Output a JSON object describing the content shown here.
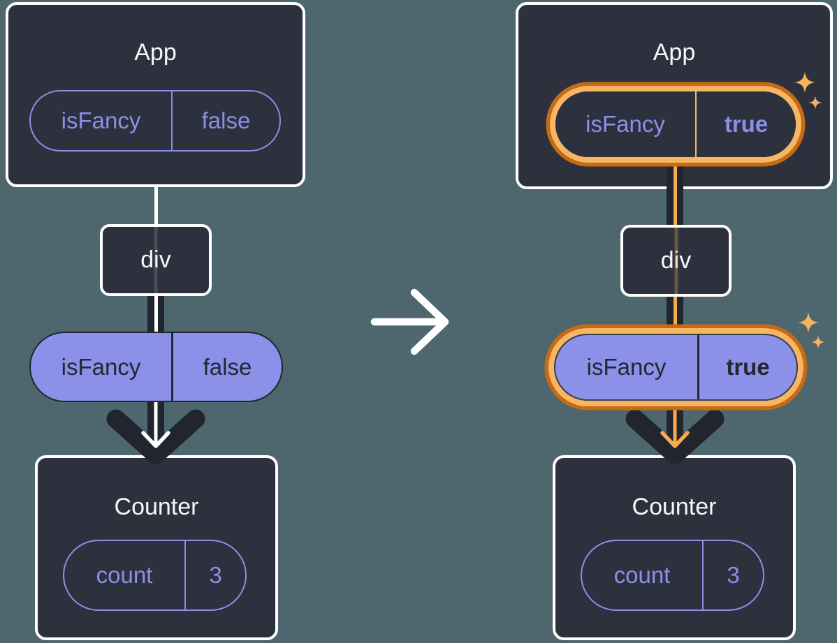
{
  "diagram": {
    "description_icons": {
      "transition": "right-arrow-icon",
      "highlight": "sparkle-icon"
    },
    "colors": {
      "background": "#4E666E",
      "card": "#2C313D",
      "white_border": "#FFFFFF",
      "purple": "#8B8FE8",
      "purple_fill": "#8B90E9",
      "dark": "#21252E",
      "highlight_ring_outer": "#C76B12",
      "highlight_ring_inner": "#F8B664",
      "highlight_thread": "#F7AC52",
      "sparkle": "#F6B25E"
    },
    "before": {
      "app_title": "App",
      "app_state": {
        "key": "isFancy",
        "value": "false"
      },
      "div_label": "div",
      "prop": {
        "key": "isFancy",
        "value": "false"
      },
      "counter_title": "Counter",
      "counter_state": {
        "key": "count",
        "value": "3"
      }
    },
    "after": {
      "app_title": "App",
      "app_state": {
        "key": "isFancy",
        "value": "true"
      },
      "div_label": "div",
      "prop": {
        "key": "isFancy",
        "value": "true"
      },
      "counter_title": "Counter",
      "counter_state": {
        "key": "count",
        "value": "3"
      }
    }
  }
}
